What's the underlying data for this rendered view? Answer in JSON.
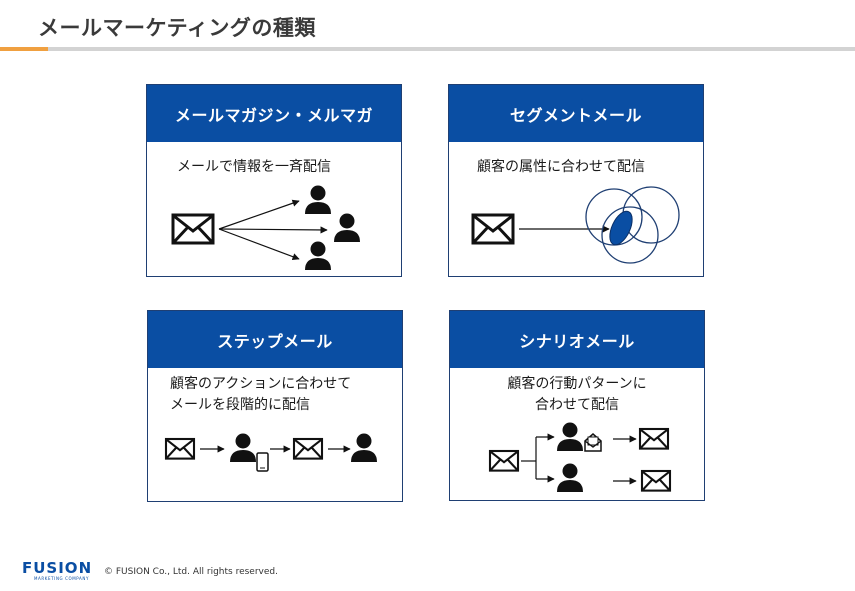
{
  "page": {
    "title": "メールマーケティングの種類"
  },
  "cards": [
    {
      "title": "メールマガジン・メルマガ",
      "desc": [
        "メールで情報を一斉配信"
      ]
    },
    {
      "title": "セグメントメール",
      "desc": [
        "顧客の属性に合わせて配信"
      ]
    },
    {
      "title": "ステップメール",
      "desc": [
        "顧客のアクションに合わせて",
        "メールを段階的に配信"
      ]
    },
    {
      "title": "シナリオメール",
      "desc": [
        "顧客の行動パターンに",
        "合わせて配信"
      ]
    }
  ],
  "footer": {
    "logo": "FUSION",
    "logo_sub": "MARKETING COMPANY",
    "copyright": "© FUSION Co., Ltd. All rights reserved."
  },
  "colors": {
    "brand_blue": "#0a4ea3",
    "border_blue": "#1f3f73",
    "accent_orange": "#f0a040"
  },
  "icons": [
    "envelope-icon",
    "person-icon",
    "smartphone-icon",
    "open-envelope-icon",
    "arrow-icon"
  ]
}
